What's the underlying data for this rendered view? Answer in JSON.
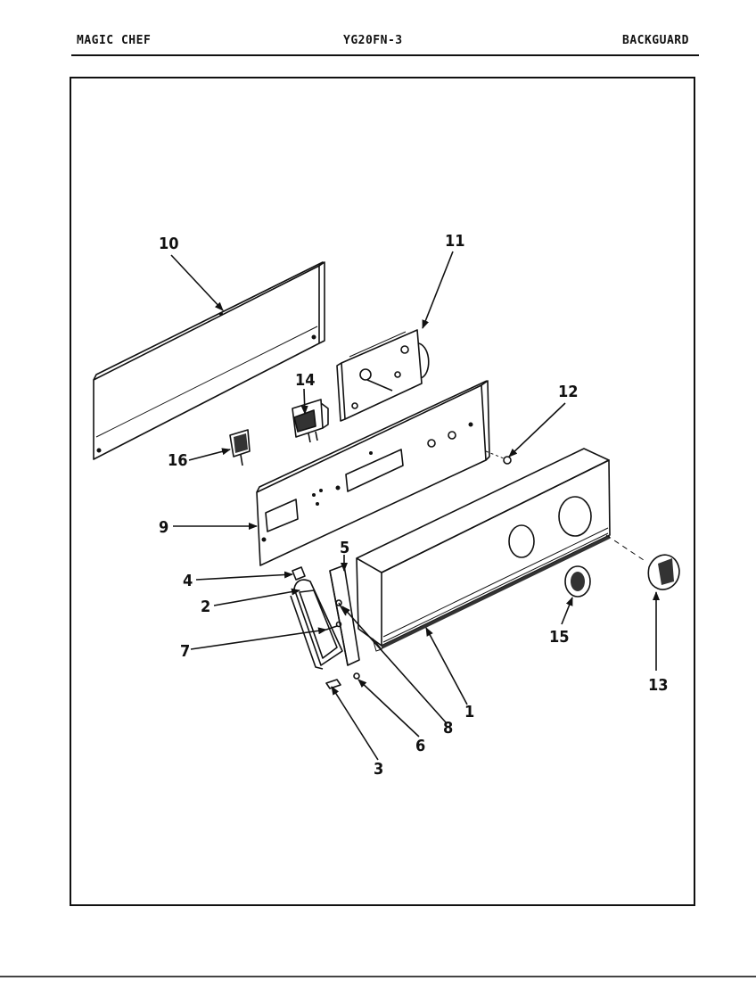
{
  "header": {
    "brand": "MAGIC CHEF",
    "model": "YG20FN-3",
    "section": "BACKGUARD"
  },
  "diagram": {
    "callouts": [
      "1",
      "2",
      "3",
      "4",
      "5",
      "6",
      "7",
      "8",
      "9",
      "10",
      "11",
      "12",
      "13",
      "14",
      "15",
      "16"
    ]
  }
}
